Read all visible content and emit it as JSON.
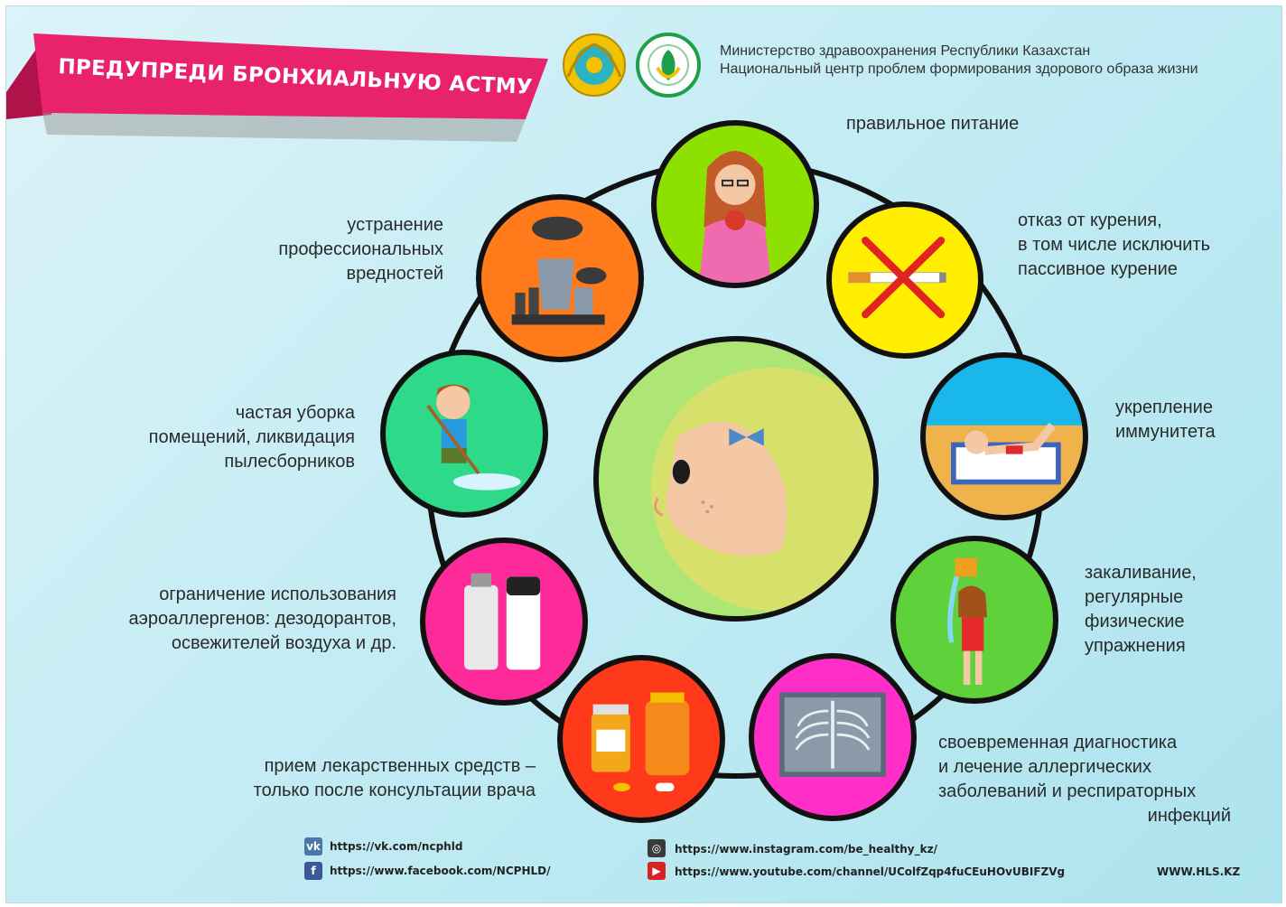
{
  "header": {
    "title": "ПРЕДУПРЕДИ БРОНХИАЛЬНУЮ АСТМУ",
    "ministry_line1": "Министерство здравоохранения Республики Казахстан",
    "ministry_line2": "Национальный центр проблем формирования здорового образа жизни"
  },
  "items": {
    "nutrition": [
      "правильное питание"
    ],
    "smoking": [
      "отказ от курения,",
      "в том числе исключить",
      "пассивное курение"
    ],
    "immunity": [
      "укрепление",
      "иммунитета"
    ],
    "hardening": [
      "закаливание,",
      "регулярные",
      "физические",
      "упражнения"
    ],
    "diagnostics": [
      "своевременная диагностика",
      "и лечение аллергических",
      "заболеваний  и  респираторных",
      "инфекций"
    ],
    "medication": [
      "прием лекарственных средств –",
      "только после консультации врача"
    ],
    "aerosols": [
      "ограничение  использования",
      "аэроаллергенов:  дезодорантов,",
      "освежителей воздуха и др."
    ],
    "cleaning": [
      "частая уборка",
      "помещений, ликвидация",
      "пылесборников"
    ],
    "occupational": [
      "устранение",
      "профессиональных",
      "вредностей"
    ]
  },
  "footer": {
    "vk": "https://vk.com/ncphld",
    "facebook": "https://www.facebook.com/NCPHLD/",
    "instagram": "https://www.instagram.com/be_healthy_kz/",
    "youtube": "https://www.youtube.com/channel/UColfZqp4fuCEuHOvUBIFZVg",
    "site": "WWW.HLS.KZ"
  },
  "colors": {
    "banner": "#e8236b",
    "nutrition": "#8ee000",
    "smoking": "#ffee00",
    "immunity": "#22c8f0",
    "hardening": "#5fd13b",
    "diagnostics": "#ff2ec8",
    "medication": "#ff3a1a",
    "aerosols": "#ff2a9a",
    "cleaning": "#2fd98a",
    "occupational": "#ff7a1a",
    "center": "#aee675"
  }
}
